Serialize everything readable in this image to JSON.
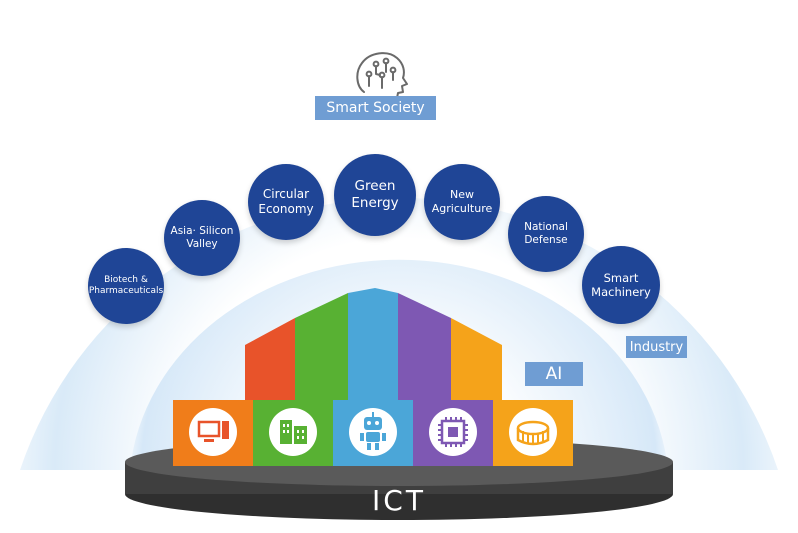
{
  "smart_society": "Smart Society",
  "industry": "Industry",
  "ai": "AI",
  "ict": "ICT",
  "domains": [
    "Biotech &\nPharmaceuticals",
    "Asia· Silicon\nValley",
    "Circular\nEconomy",
    "Green\nEnergy",
    "New\nAgriculture",
    "National\nDefense",
    "Smart\nMachinery"
  ],
  "colors": {
    "circle": "#1f4596",
    "label_box": "#6f9dd3",
    "ai_text": "#ffffff",
    "arc": "#dcecf9",
    "block_orange": "#f07d1a",
    "block_green": "#58b133",
    "block_blue": "#4ba6d8",
    "block_purple": "#7e58b3",
    "block_amber": "#f5a31a",
    "peak_red": "#e8532a",
    "platform": "#3f3f3f"
  },
  "icons": [
    "computer-icon",
    "building-icon",
    "robot-icon",
    "chip-icon",
    "stadium-icon"
  ]
}
